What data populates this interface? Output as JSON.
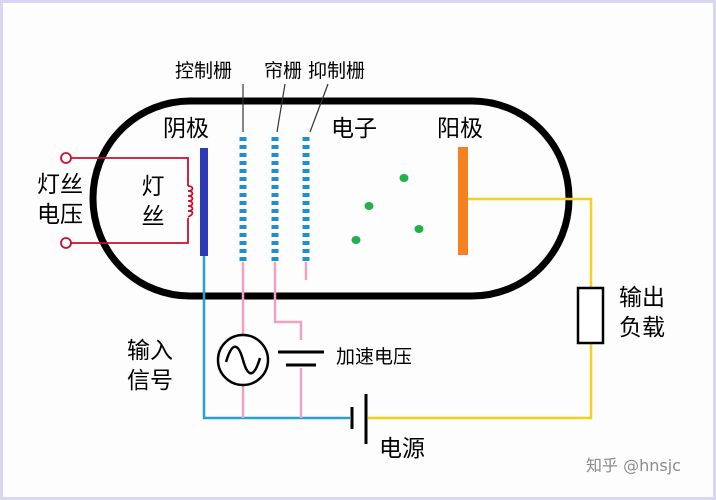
{
  "labels": {
    "control_grid": "控制栅",
    "screen_grid": "帘栅",
    "suppressor_grid": "抑制栅",
    "cathode": "阴极",
    "electrons": "电子",
    "anode": "阳极",
    "filament_voltage_1": "灯丝",
    "filament_voltage_2": "电压",
    "filament_1": "灯",
    "filament_2": "丝",
    "output_load_1": "输出",
    "output_load_2": "负载",
    "input_signal_1": "输入",
    "input_signal_2": "信号",
    "accel_voltage": "加速电压",
    "power_supply": "电源"
  },
  "watermark": "知乎 @hnsjc",
  "colors": {
    "tube_outline": "#000000",
    "cathode": "#2d3ab8",
    "grid": "#1e8fd0",
    "anode": "#f5821f",
    "electron": "#22b04a",
    "filament_wire": "#c8102e",
    "input_wire": "#2aa0d0",
    "grid_wire": "#f0a0c0",
    "anode_wire": "#f5d020"
  }
}
